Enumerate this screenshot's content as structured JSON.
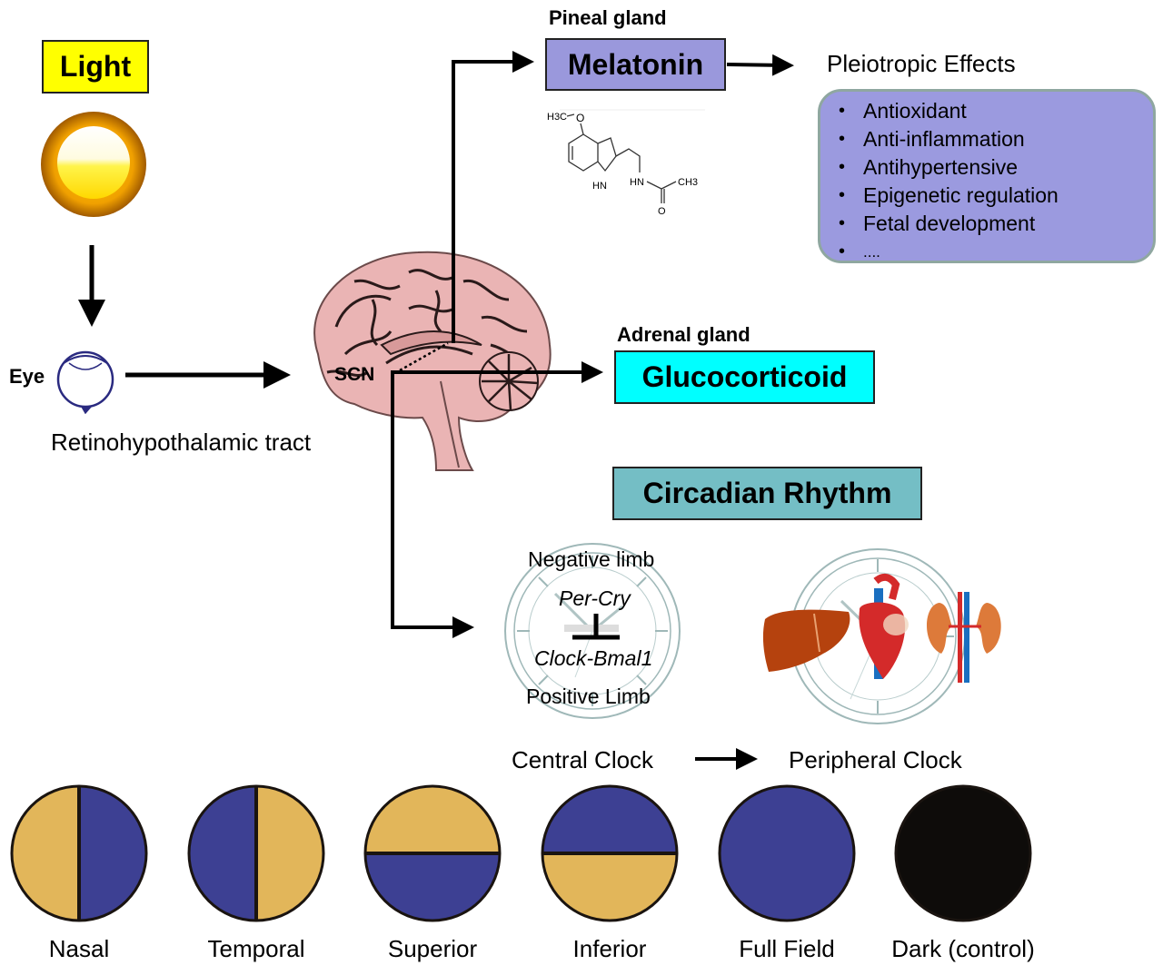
{
  "light": {
    "label": "Light"
  },
  "eye": {
    "label": "Eye"
  },
  "tract": {
    "label": "Retinohypothalamic tract"
  },
  "brain": {
    "scn_label": "SCN"
  },
  "pineal": {
    "label": "Pineal gland",
    "hormone": "Melatonin"
  },
  "molecule": {
    "h3c": "H3C",
    "o_top": "O",
    "hn_ring": "HN",
    "hn_chain": "HN",
    "ch3": "CH3",
    "o_bottom": "O"
  },
  "effects": {
    "title": "Pleiotropic Effects",
    "items": [
      "Antioxidant",
      "Anti-inflammation",
      "Antihypertensive",
      "Epigenetic regulation",
      "Fetal development",
      "...."
    ]
  },
  "adrenal": {
    "label": "Adrenal gland",
    "hormone": "Glucocorticoid"
  },
  "circadian": {
    "label": "Circadian Rhythm"
  },
  "central_clock": {
    "negative": "Negative limb",
    "per_cry": "Per-Cry",
    "clock_bmal": "Clock-Bmal1",
    "positive": "Positive Limb",
    "caption": "Central Clock"
  },
  "peripheral_clock": {
    "caption": "Peripheral Clock",
    "organs": [
      "liver",
      "heart",
      "kidneys"
    ]
  },
  "fields": [
    {
      "label": "Nasal",
      "pattern": "left-gold-right-blue"
    },
    {
      "label": "Temporal",
      "pattern": "left-blue-right-gold"
    },
    {
      "label": "Superior",
      "pattern": "top-gold-bottom-blue"
    },
    {
      "label": "Inferior",
      "pattern": "top-blue-bottom-gold"
    },
    {
      "label": "Full Field",
      "pattern": "blue"
    },
    {
      "label": "Dark (control)",
      "pattern": "black"
    }
  ],
  "colors": {
    "light_box": "#ffff00",
    "melatonin_box": "#9a98dc",
    "effects_box": "#9b9adf",
    "glucocorticoid_box": "#00ffff",
    "circadian_box": "#74bec5",
    "field_gold": "#e2b65a",
    "field_blue": "#3d4093",
    "field_dark": "#0e0c0a",
    "brain": "#eab4b4"
  }
}
